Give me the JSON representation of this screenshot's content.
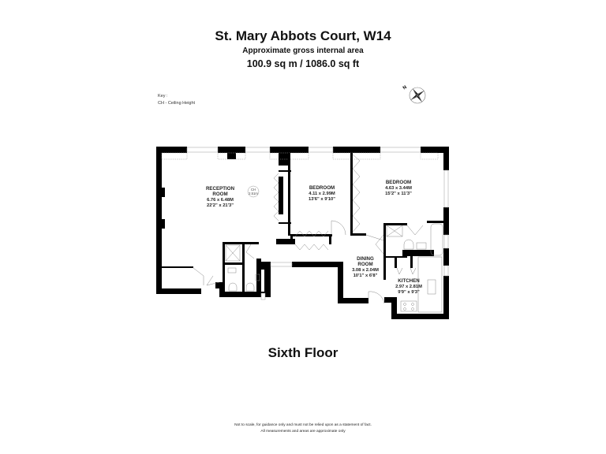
{
  "header": {
    "title": "St. Mary Abbots Court, W14",
    "subtitle": "Approximate gross internal area",
    "area": "100.9 sq m / 1086.0 sq ft"
  },
  "key": {
    "heading": "Key :",
    "entries": [
      "CH - Ceiling Height"
    ]
  },
  "compass": {
    "icon": "north-compass-icon",
    "label": "N"
  },
  "ceiling_height": {
    "label": "CH",
    "value": "2.51m"
  },
  "rooms": [
    {
      "name": "RECEPTION",
      "name2": "ROOM",
      "metric": "6.76 x 6.48M",
      "imperial": "22'2\" x 21'3\""
    },
    {
      "name": "BEDROOM",
      "metric": "4.11 x 2.99M",
      "imperial": "13'6\" x 9'10\""
    },
    {
      "name": "BEDROOM",
      "metric": "4.63 x 3.44M",
      "imperial": "15'2\" x 11'3\""
    },
    {
      "name": "DINING",
      "name2": "ROOM",
      "metric": "3.08 x 2.04M",
      "imperial": "10'1\" x 6'8\""
    },
    {
      "name": "KITCHEN",
      "metric": "2.97 x 2.81M",
      "imperial": "9'9\" x 9'3\""
    }
  ],
  "floor_name": "Sixth Floor",
  "disclaimer": {
    "line1": "Not to scale, for guidance only and must not be relied upon as a statement of fact.",
    "line2": "All measurements and areas are approximate only"
  }
}
